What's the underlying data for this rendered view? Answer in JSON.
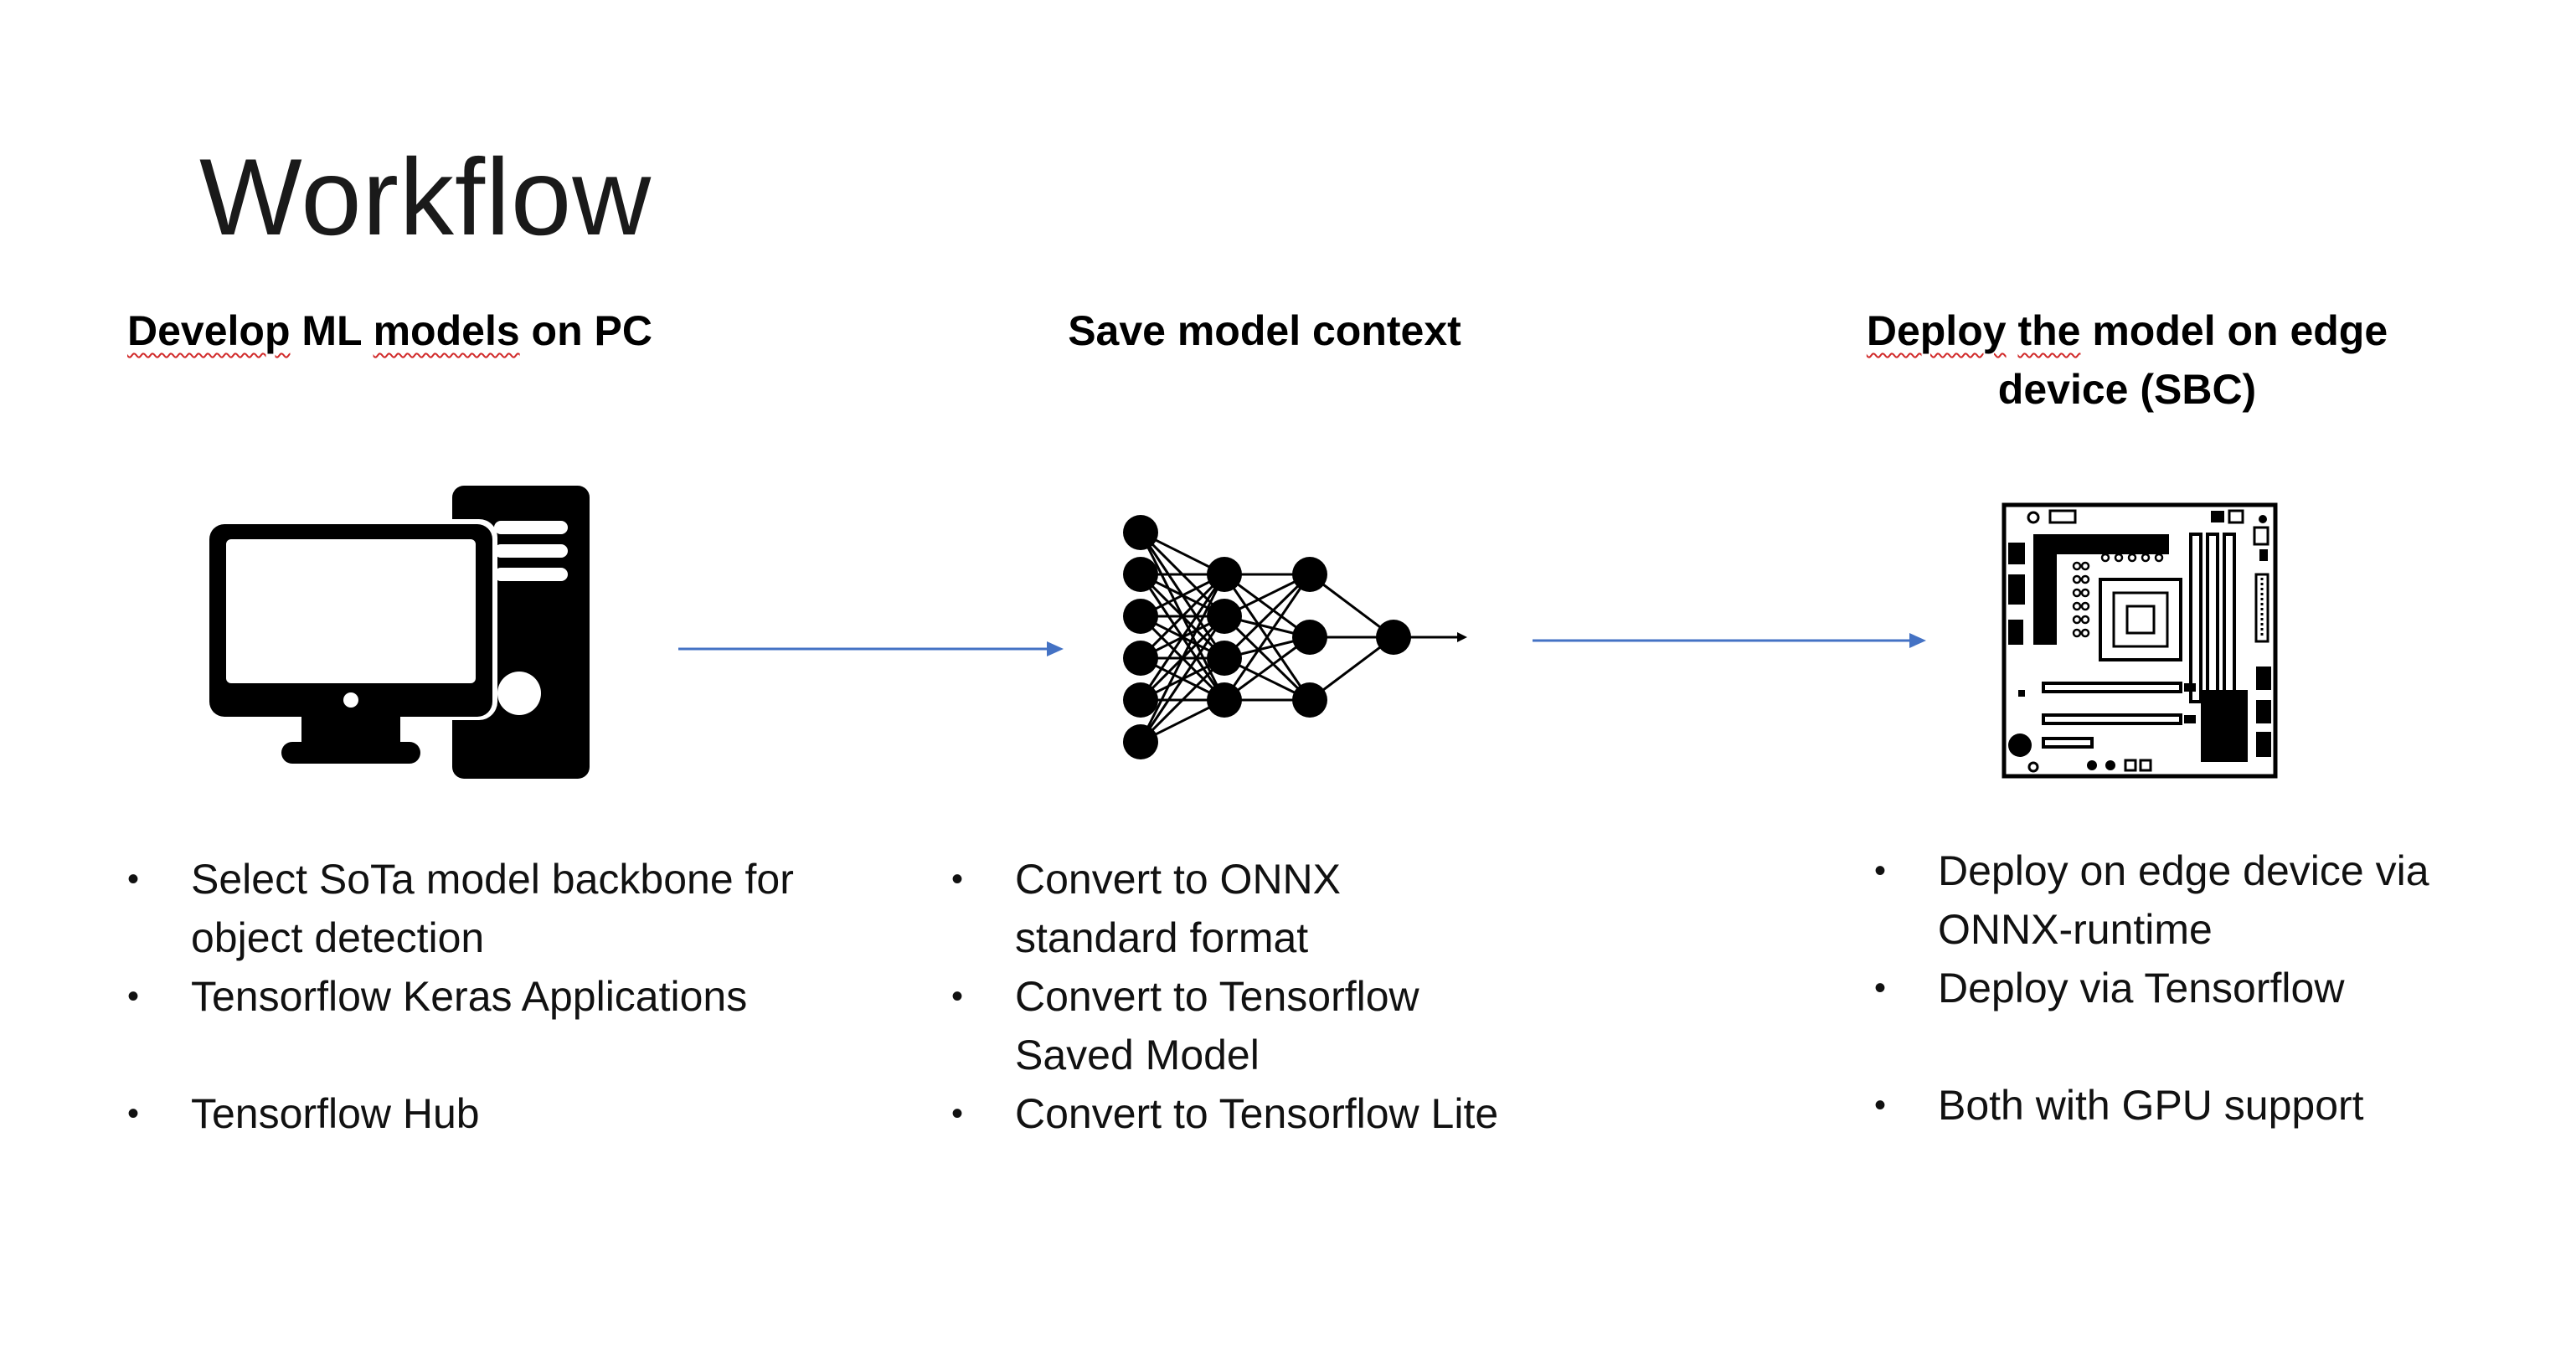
{
  "title": "Workflow",
  "columns": [
    {
      "heading_parts": [
        "Develop",
        " ML ",
        "models",
        " on PC"
      ],
      "icon": "desktop-computer-icon",
      "bullets": [
        "Select SoTa model backbone for object detection",
        "Tensorflow Keras Applications",
        "Tensorflow Hub"
      ]
    },
    {
      "heading": "Save model context",
      "icon": "neural-network-icon",
      "bullets": [
        "Convert to ONNX standard format",
        "Convert to Tensorflow Saved Model",
        "Convert to Tensorflow Lite"
      ]
    },
    {
      "heading_line1_parts": [
        "Deploy",
        " ",
        "the",
        " model on edge"
      ],
      "heading_line2": "device (SBC)",
      "icon": "motherboard-icon",
      "bullets": [
        "Deploy on edge device via ONNX-runtime",
        "Deploy via Tensorflow",
        "Both with GPU support"
      ]
    }
  ],
  "colors": {
    "arrow": "#4472C4",
    "spellcheck_underline": "#D12A2A",
    "icon": "#000000"
  }
}
